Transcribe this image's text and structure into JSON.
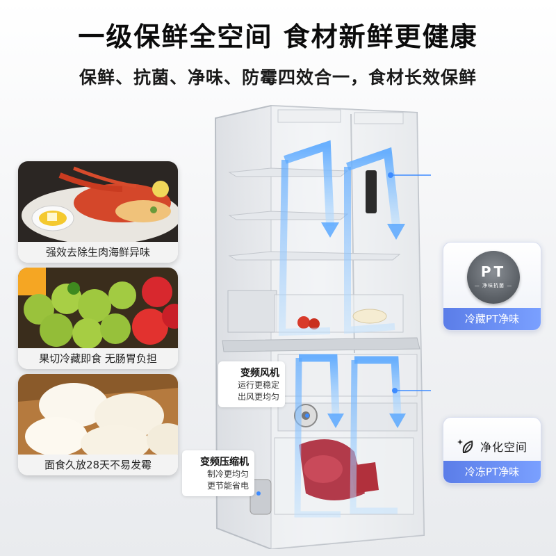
{
  "headline": "一级保鲜全空间 食材新鲜更健康",
  "subline": "保鲜、抗菌、净味、防霉四效合一，食材长效保鲜",
  "cards": [
    {
      "caption": "强效去除生肉海鲜异味"
    },
    {
      "caption": "果切冷藏即食 无肠胃负担"
    },
    {
      "caption": "面食久放28天不易发霉"
    }
  ],
  "callouts": {
    "fridge_pt": {
      "logo": "PT",
      "logo_small": "— 净味抗菌 —",
      "label": "冷藏PT净味"
    },
    "freezer_pt": {
      "purify": "净化空间",
      "label": "冷冻PT净味"
    },
    "fan": {
      "title": "变频风机",
      "line1": "运行更稳定",
      "line2": "出风更均匀"
    },
    "compressor": {
      "title": "变频压缩机",
      "line1": "制冷更均匀",
      "line2": "更节能省电"
    }
  },
  "colors": {
    "airflow": "#3d8bff",
    "badge_footer": "#6a8ff2",
    "caption_bg": "#f3f3f3"
  }
}
